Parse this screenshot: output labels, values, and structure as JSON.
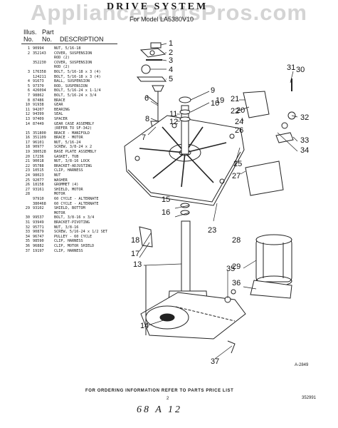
{
  "watermark": "AppliancePartsPros.com",
  "title": "DRIVE SYSTEM",
  "subtitle": "For Model LA5380V10",
  "header": {
    "illus_line1": "Illus.",
    "part_line1": "Part",
    "no1": "No.",
    "no2": "No.",
    "description": "DESCRIPTION"
  },
  "parts": [
    [
      "1",
      "90994",
      "NUT, 5/16-18"
    ],
    [
      "2",
      "352143",
      "COVER, SUSPENSION"
    ],
    [
      "",
      "",
      "ROD (2)"
    ],
    [
      "",
      "352230",
      "COVER, SUSPENSION"
    ],
    [
      "",
      "",
      "ROD (2)"
    ],
    [
      "3",
      "176358",
      "BOLT, 5/16-18 x 3 (4)"
    ],
    [
      "",
      "124211",
      "BOLT, 5/16-18 x 3 (4)"
    ],
    [
      "4",
      "91673",
      "BALL, SUSPENSION"
    ],
    [
      "5",
      "97370",
      "ROD, SUSPENSION"
    ],
    [
      "6",
      "426094",
      "BOLT, 5/16-24 x 1-1/4"
    ],
    [
      "7",
      "98862",
      "BOLT, 5/16-24 x 3/4"
    ],
    [
      "8",
      "87486",
      "BRACE"
    ],
    [
      "10",
      "91938",
      "GEAR"
    ],
    [
      "11",
      "94207",
      "BEARING"
    ],
    [
      "12",
      "94399",
      "SEAL"
    ],
    [
      "13",
      "97409",
      "SPACER"
    ],
    [
      "14",
      "87449",
      "GEAR CASE ASSEMBLY"
    ],
    [
      "",
      "",
      "(REFER TO SF-342)"
    ],
    [
      "15",
      "351800",
      "BRACE - MANIFOLD"
    ],
    [
      "16",
      "351109",
      "BRACE - MOTOR"
    ],
    [
      "17",
      "96101",
      "NUT, 5/16-24"
    ],
    [
      "18",
      "90977",
      "SCREW, 3/8-24 x 2"
    ],
    [
      "19",
      "380528",
      "BASE PLATE ASSEMBLY"
    ],
    [
      "20",
      "17236",
      "GASKET, TUB"
    ],
    [
      "21",
      "90018",
      "NUT, 3/8-16 LOCK"
    ],
    [
      "22",
      "95788",
      "BRACKET-ADJUSTING"
    ],
    [
      "23",
      "10515",
      "CLIP, HARNESS"
    ],
    [
      "24",
      "98023",
      "NUT"
    ],
    [
      "25",
      "92077",
      "WASHER"
    ],
    [
      "26",
      "18158",
      "GROMMET (4)"
    ],
    [
      "27",
      "93161",
      "SHIELD, MOTOR"
    ],
    [
      "28",
      "",
      "MOTOR"
    ],
    [
      "",
      "97910",
      "60 CYCLE - ALTERNATE"
    ],
    [
      "",
      "380468",
      "60 CYCLE - ALTERNATE"
    ],
    [
      "29",
      "93102",
      "SHIELD, BOTTOM"
    ],
    [
      "",
      "",
      "MOTOR"
    ],
    [
      "30",
      "99537",
      "BOLT, 3/8-16 x 3/4"
    ],
    [
      "31",
      "93949",
      "BRACKET-PIVOTING"
    ],
    [
      "32",
      "95771",
      "NUT, 3/8-16"
    ],
    [
      "33",
      "90879",
      "SCREW, 5/16-24 x 1/2 SET"
    ],
    [
      "34",
      "96747",
      "PULLEY - 60 CYCLE"
    ],
    [
      "35",
      "98590",
      "CLIP, HARNESS"
    ],
    [
      "36",
      "96882",
      "CLIP, MOTOR SHIELD"
    ],
    [
      "37",
      "19197",
      "CLIP, HARNESS"
    ]
  ],
  "callouts": [
    {
      "n": "1"
    },
    {
      "n": "2"
    },
    {
      "n": "3"
    },
    {
      "n": "4"
    },
    {
      "n": "5"
    },
    {
      "n": "6"
    },
    {
      "n": "7"
    },
    {
      "n": "8"
    },
    {
      "n": "9"
    },
    {
      "n": "10"
    },
    {
      "n": "11"
    },
    {
      "n": "12"
    },
    {
      "n": "13"
    },
    {
      "n": "14"
    },
    {
      "n": "15"
    },
    {
      "n": "16"
    },
    {
      "n": "17"
    },
    {
      "n": "18"
    },
    {
      "n": "19"
    },
    {
      "n": "20"
    },
    {
      "n": "21"
    },
    {
      "n": "22"
    },
    {
      "n": "23"
    },
    {
      "n": "24"
    },
    {
      "n": "25"
    },
    {
      "n": "26"
    },
    {
      "n": "27"
    },
    {
      "n": "28"
    },
    {
      "n": "29"
    },
    {
      "n": "30"
    },
    {
      "n": "31"
    },
    {
      "n": "32"
    },
    {
      "n": "33"
    },
    {
      "n": "34"
    },
    {
      "n": "35"
    },
    {
      "n": "36"
    },
    {
      "n": "37"
    }
  ],
  "figure_code": "A-2849",
  "footer": "FOR ORDERING INFORMATION REFER TO PARTS PRICE LIST",
  "page_number": "2",
  "doc_code": "352991",
  "handwritten": "68 A 12"
}
